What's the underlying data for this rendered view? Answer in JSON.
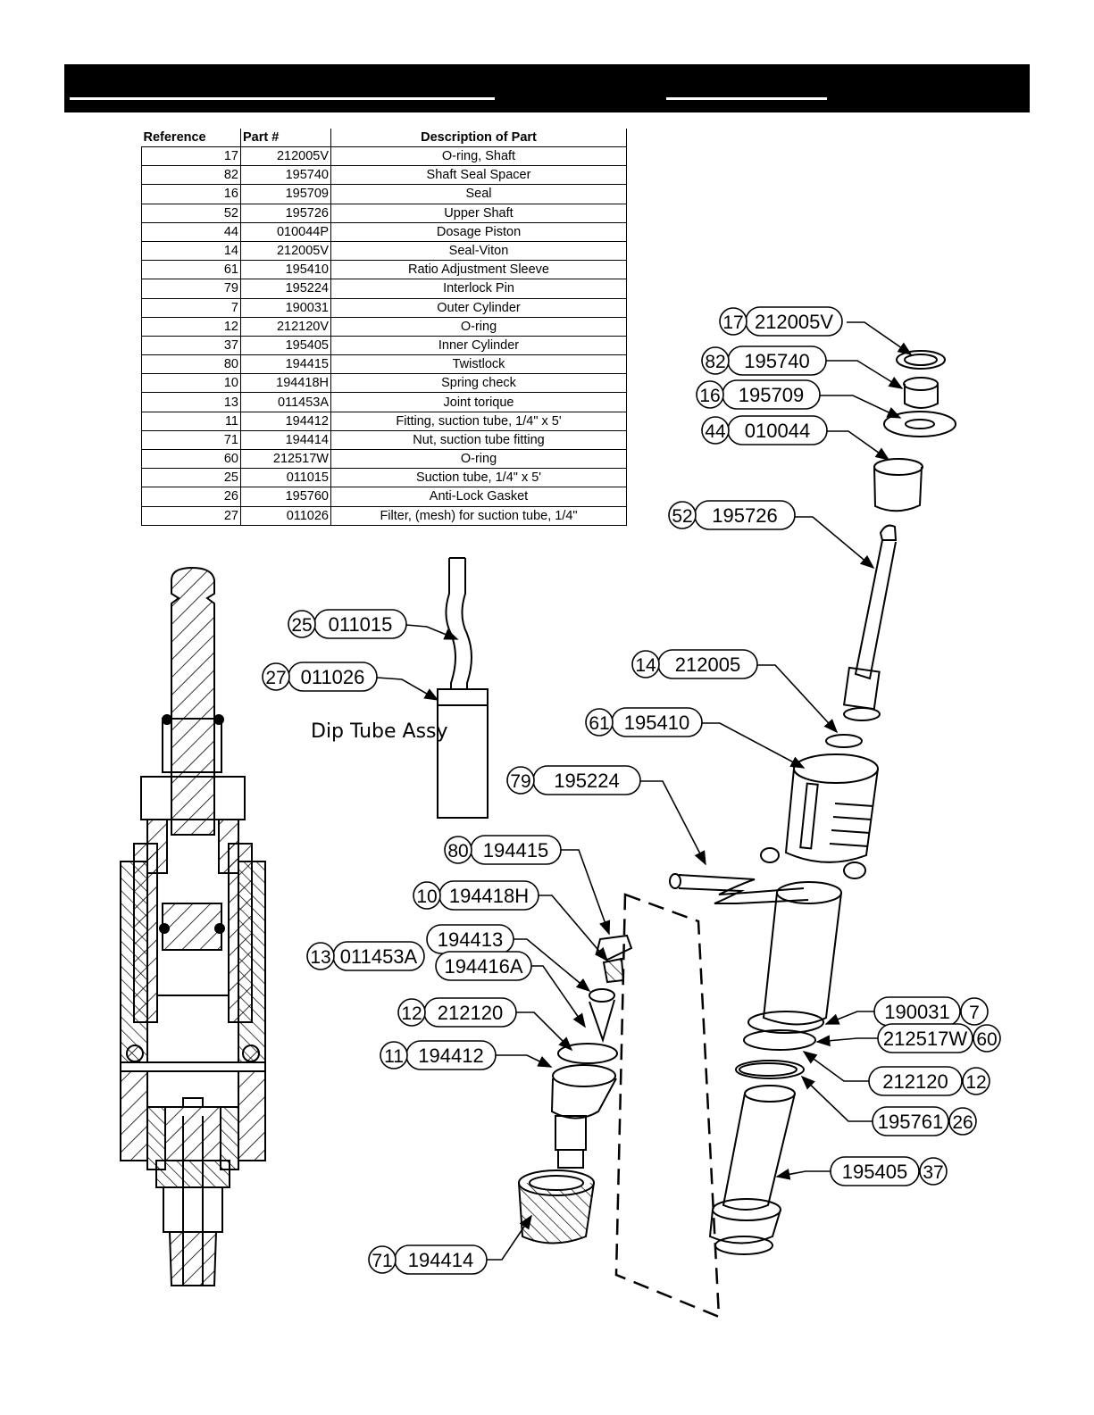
{
  "table": {
    "headers": [
      "Reference",
      "Part #",
      "Description of Part"
    ],
    "rows": [
      [
        "17",
        "212005V",
        "O-ring, Shaft"
      ],
      [
        "82",
        "195740",
        "Shaft Seal Spacer"
      ],
      [
        "16",
        "195709",
        "Seal"
      ],
      [
        "52",
        "195726",
        "Upper Shaft"
      ],
      [
        "44",
        "010044P",
        "Dosage Piston"
      ],
      [
        "14",
        "212005V",
        "Seal-Viton"
      ],
      [
        "61",
        "195410",
        "Ratio Adjustment Sleeve"
      ],
      [
        "79",
        "195224",
        "Interlock Pin"
      ],
      [
        "7",
        "190031",
        "Outer Cylinder"
      ],
      [
        "12",
        "212120V",
        "O-ring"
      ],
      [
        "37",
        "195405",
        "Inner Cylinder"
      ],
      [
        "80",
        "194415",
        "Twistlock"
      ],
      [
        "10",
        "194418H",
        "Spring check"
      ],
      [
        "13",
        "011453A",
        "Joint torique"
      ],
      [
        "11",
        "194412",
        "Fitting, suction tube, 1/4\" x 5'"
      ],
      [
        "71",
        "194414",
        "Nut, suction tube fitting"
      ],
      [
        "60",
        "212517W",
        "O-ring"
      ],
      [
        "25",
        "011015",
        "Suction tube, 1/4\" x 5'"
      ],
      [
        "26",
        "195760",
        "Anti-Lock Gasket"
      ],
      [
        "27",
        "011026",
        "Filter, (mesh) for suction tube, 1/4\""
      ]
    ]
  },
  "diagram": {
    "dip_tube_label": "Dip Tube Assy",
    "callouts": [
      {
        "ref": "17",
        "part": "212005V"
      },
      {
        "ref": "82",
        "part": "195740"
      },
      {
        "ref": "16",
        "part": "195709"
      },
      {
        "ref": "44",
        "part": "010044"
      },
      {
        "ref": "52",
        "part": "195726"
      },
      {
        "ref": "14",
        "part": "212005"
      },
      {
        "ref": "61",
        "part": "195410"
      },
      {
        "ref": "79",
        "part": "195224"
      },
      {
        "ref": "25",
        "part": "011015"
      },
      {
        "ref": "27",
        "part": "011026"
      },
      {
        "ref": "80",
        "part": "194415"
      },
      {
        "ref": "10",
        "part": "194418H"
      },
      {
        "ref": "13",
        "part": "011453A"
      },
      {
        "ref": "",
        "part": "194413"
      },
      {
        "ref": "",
        "part": "194416A"
      },
      {
        "ref": "12",
        "part": "212120"
      },
      {
        "ref": "11",
        "part": "194412"
      },
      {
        "ref": "71",
        "part": "194414"
      },
      {
        "ref": "7",
        "part": "190031"
      },
      {
        "ref": "60",
        "part": "212517W"
      },
      {
        "ref": "12",
        "part": "212120"
      },
      {
        "ref": "26",
        "part": "195761"
      },
      {
        "ref": "37",
        "part": "195405"
      }
    ]
  }
}
